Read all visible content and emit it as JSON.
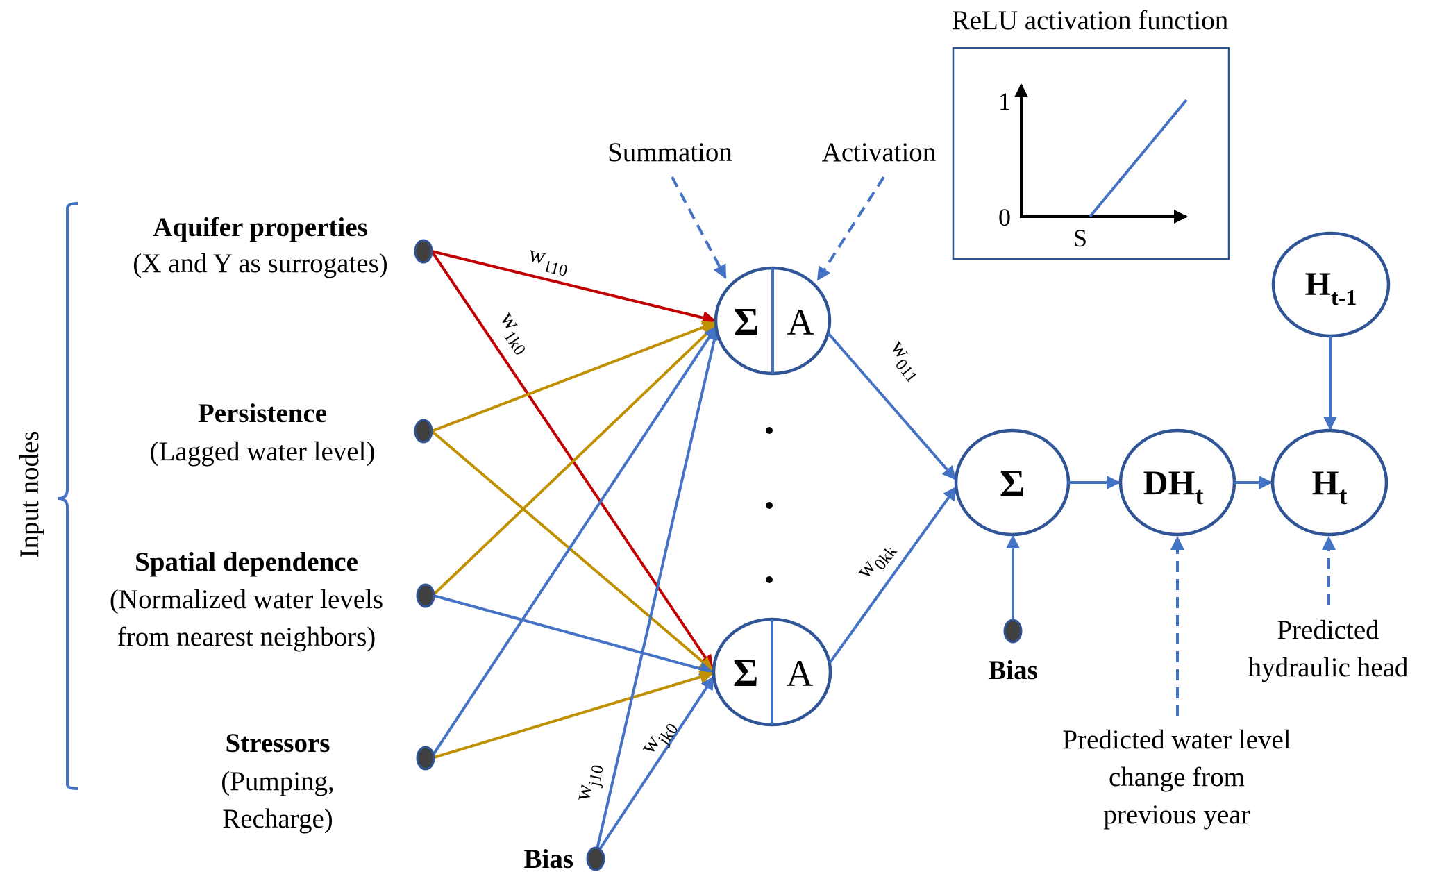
{
  "bracket_label": "Input nodes",
  "inputs": [
    {
      "title": "Aquifer properties",
      "lines": [
        "(X and Y as surrogates)"
      ]
    },
    {
      "title": "Persistence",
      "lines": [
        "(Lagged water level)"
      ]
    },
    {
      "title": "Spatial dependence",
      "lines": [
        "(Normalized water levels",
        "from nearest neighbors)"
      ]
    },
    {
      "title": "Stressors",
      "lines": [
        "(Pumping,",
        "Recharge)"
      ]
    }
  ],
  "hidden_bias_label": "Bias",
  "output_bias_label": "Bias",
  "annotations": {
    "summation": "Summation",
    "activation": "Activation"
  },
  "weights": {
    "w110": {
      "base": "w",
      "sub": "110"
    },
    "w1k0": {
      "base": "w",
      "sub": "1k0"
    },
    "wj10": {
      "base": "w",
      "sub": "j10"
    },
    "wjk0": {
      "base": "w",
      "sub": "jk0"
    },
    "w011": {
      "base": "w",
      "sub": "011"
    },
    "w0kk": {
      "base": "w",
      "sub": "0kk"
    }
  },
  "neuron": {
    "sum_symbol": "Σ",
    "act_symbol": "A"
  },
  "ellipsis": "⋮",
  "output_sum": "Σ",
  "dh": {
    "base": "DH",
    "sub": "t"
  },
  "ht": {
    "base": "H",
    "sub": "t"
  },
  "ht_prev": {
    "base": "H",
    "sub": "t-1"
  },
  "relu": {
    "title": "ReLU activation function",
    "y_top_label": "1",
    "y_zero_label": "0",
    "x_label": "S"
  },
  "captions": {
    "predicted_change": [
      "Predicted water level",
      "change from",
      "previous year"
    ],
    "predicted_head": [
      "Predicted",
      "hydraulic head"
    ]
  },
  "colors": {
    "blue": "#4472c4",
    "dark_blue": "#2f5597",
    "red": "#c00000",
    "gold": "#bf9000",
    "node_fill": "#404040"
  }
}
